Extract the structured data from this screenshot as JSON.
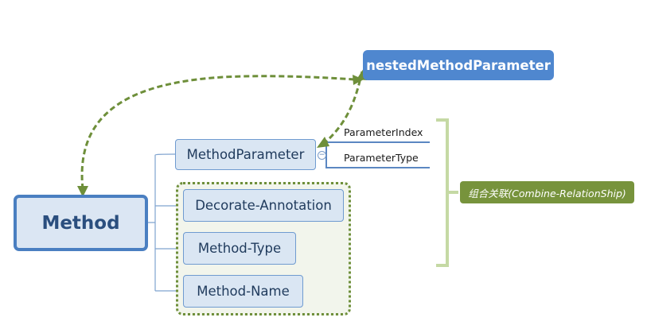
{
  "root": {
    "label": "Method"
  },
  "top_node": {
    "label": "nestedMethodParameter"
  },
  "children": [
    {
      "label": "MethodParameter"
    },
    {
      "label": "Decorate-Annotation"
    },
    {
      "label": "Method-Type"
    },
    {
      "label": "Method-Name"
    }
  ],
  "sub_items": [
    {
      "label": "ParameterIndex"
    },
    {
      "label": "ParameterType"
    }
  ],
  "relationship": {
    "label": "组合关联(Combine-RelationShip)"
  },
  "colors": {
    "root_border": "#4a7fc1",
    "node_fill": "#dae6f3",
    "top_node_fill": "#4f87cf",
    "arrow": "#6e8f3a",
    "bracket": "#c5d9a4",
    "relationship_fill": "#77933c"
  }
}
